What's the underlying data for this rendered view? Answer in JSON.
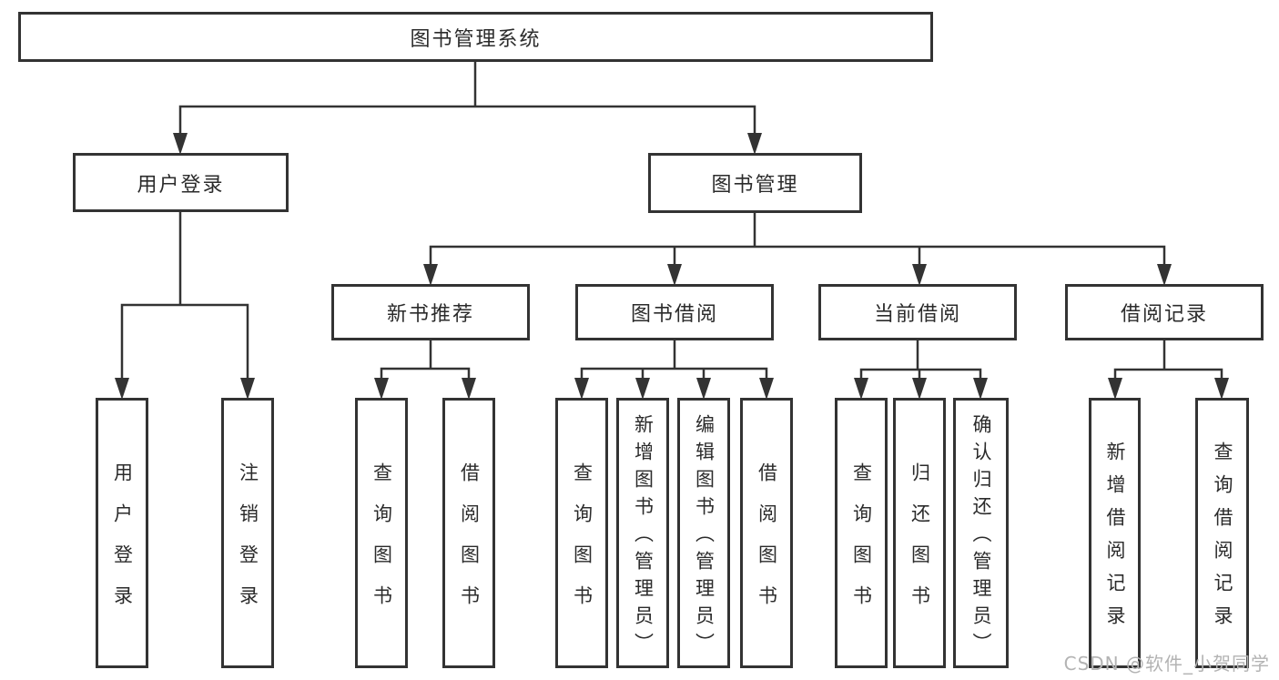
{
  "tree": {
    "root": "图书管理系统",
    "branches": [
      {
        "label": "用户登录",
        "children": [
          {
            "label": "用户登录"
          },
          {
            "label": "注销登录"
          }
        ]
      },
      {
        "label": "图书管理",
        "groups": [
          {
            "label": "新书推荐",
            "children": [
              {
                "label": "查询图书"
              },
              {
                "label": "借阅图书"
              }
            ]
          },
          {
            "label": "图书借阅",
            "children": [
              {
                "label": "查询图书"
              },
              {
                "label": "新增图书（管理员）"
              },
              {
                "label": "编辑图书（管理员）"
              },
              {
                "label": "借阅图书"
              }
            ]
          },
          {
            "label": "当前借阅",
            "children": [
              {
                "label": "查询图书"
              },
              {
                "label": "归还图书"
              },
              {
                "label": "确认归还（管理员）"
              }
            ]
          },
          {
            "label": "借阅记录",
            "children": [
              {
                "label": "新增借阅记录"
              },
              {
                "label": "查询借阅记录"
              }
            ]
          }
        ]
      }
    ]
  },
  "watermark": {
    "text": "CSDN @软件_小贺同学"
  },
  "colors": {
    "background": "#ffffff",
    "box_fill": "#ffffff",
    "box_border": "#333333",
    "line": "#333333",
    "text": "#2b2b2b",
    "watermark": "#b3b3b3"
  }
}
